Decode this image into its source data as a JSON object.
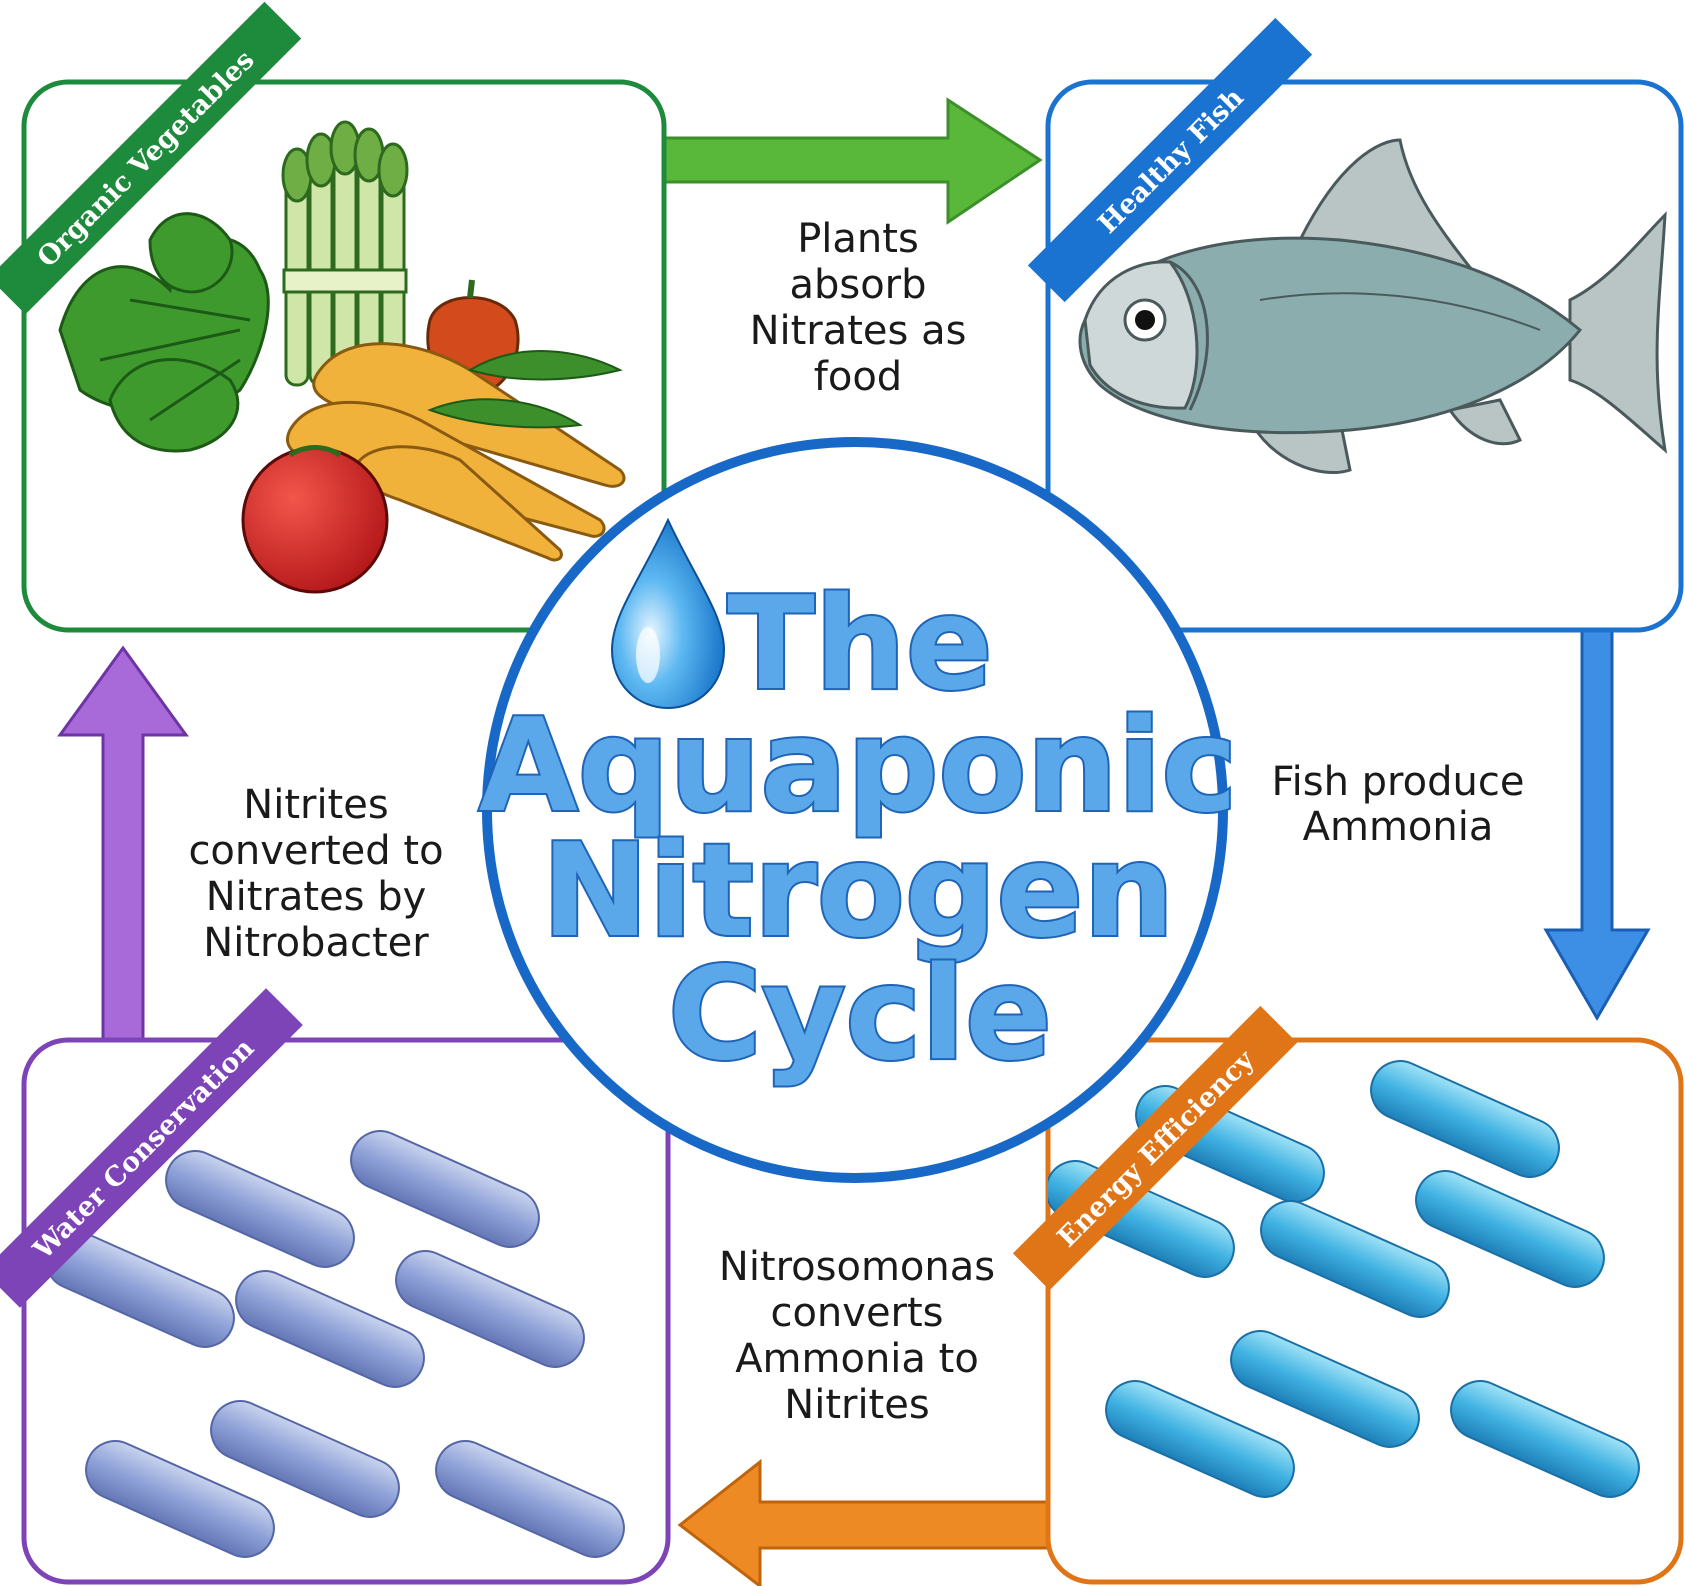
{
  "title": {
    "line1": "The",
    "line2": "Aquaponic",
    "line3": "Nitrogen",
    "line4": "Cycle"
  },
  "panels": {
    "top_left": {
      "ribbon": "Organic Vegetables",
      "color": "#1e8a3c",
      "icon": "vegetables-icon"
    },
    "top_right": {
      "ribbon": "Healthy Fish",
      "color": "#1b73d1",
      "icon": "fish-icon"
    },
    "bottom_right": {
      "ribbon": "Energy Efficiency",
      "color": "#e07518",
      "icon": "bacteria-icon"
    },
    "bottom_left": {
      "ribbon": "Water Conservation",
      "color": "#7d44b8",
      "icon": "bacteria-icon"
    }
  },
  "steps": {
    "top": {
      "lines": [
        "Plants",
        "absorb",
        "Nitrates as",
        "food"
      ],
      "arrow_color": "#59b83a"
    },
    "right": {
      "lines": [
        "Fish produce",
        "Ammonia"
      ],
      "arrow_color": "#3d8fe6"
    },
    "bottom": {
      "lines": [
        "Nitrosomonas",
        "converts",
        "Ammonia to",
        "Nitrites"
      ],
      "arrow_color": "#ee8a23"
    },
    "left": {
      "lines": [
        "Nitrites",
        "converted to",
        "Nitrates by",
        "Nitrobacter"
      ],
      "arrow_color": "#a86ad8"
    }
  },
  "colors": {
    "circle_border": "#1768c7",
    "title_fill": "#5aa8ea",
    "title_stroke": "#1f64b6"
  }
}
